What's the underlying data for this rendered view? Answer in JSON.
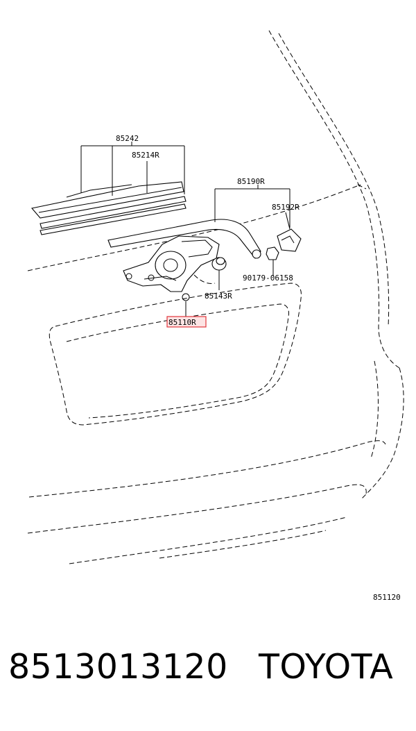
{
  "diagram": {
    "callouts": {
      "blade_assembly": "85242",
      "blade_refill": "85214R",
      "arm_assembly": "85190R",
      "arm_cap": "85192R",
      "nut": "90179-06158",
      "pivot_cap": "85143R",
      "motor_assembly": "85110R"
    },
    "highlight_color": "#e0353b",
    "figure_code": "851120"
  },
  "footer": {
    "part_number": "8513013120",
    "brand": "TOYOTA"
  }
}
